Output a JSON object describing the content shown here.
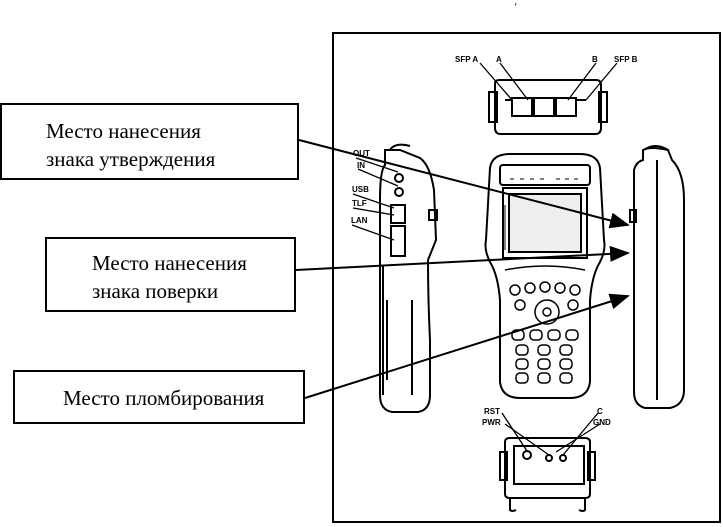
{
  "callouts": [
    {
      "lines": [
        "Место нанесения",
        "знака утверждения"
      ]
    },
    {
      "lines": [
        "Место нанесения",
        "знака поверки"
      ]
    },
    {
      "lines": [
        "Место пломбирования"
      ]
    }
  ],
  "top_view": {
    "labels": [
      "SFP A",
      "A",
      "B",
      "SFP B"
    ]
  },
  "left_side_view": {
    "labels": [
      "OUT",
      "IN",
      "USB",
      "TLF",
      "LAN"
    ]
  },
  "bottom_view": {
    "labels": [
      "RST",
      "PWR",
      "C",
      "GND"
    ]
  },
  "stray_mark": "‘"
}
